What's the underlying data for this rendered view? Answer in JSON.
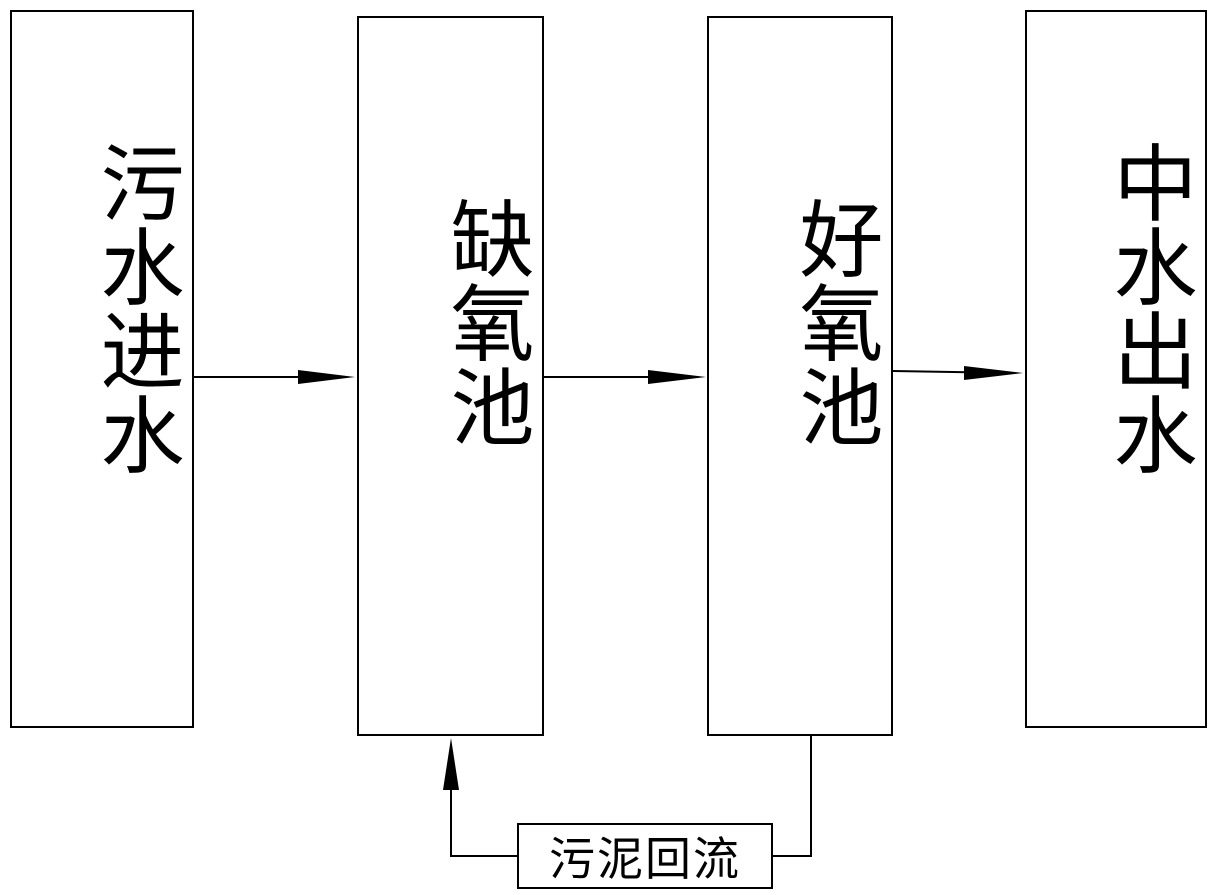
{
  "diagram": {
    "nodes": [
      {
        "id": "inflow",
        "label": "污水进水"
      },
      {
        "id": "anoxic",
        "label": "缺氧池"
      },
      {
        "id": "aerobic",
        "label": "好氧池"
      },
      {
        "id": "outflow",
        "label": "中水出水"
      }
    ],
    "return_flow": {
      "label": "污泥回流"
    },
    "edges": [
      {
        "from": "inflow",
        "to": "anoxic"
      },
      {
        "from": "anoxic",
        "to": "aerobic"
      },
      {
        "from": "aerobic",
        "to": "outflow"
      },
      {
        "from": "aerobic",
        "to": "anoxic",
        "via": "return_flow"
      }
    ],
    "colors": {
      "line": "#000000",
      "background": "#ffffff"
    }
  }
}
